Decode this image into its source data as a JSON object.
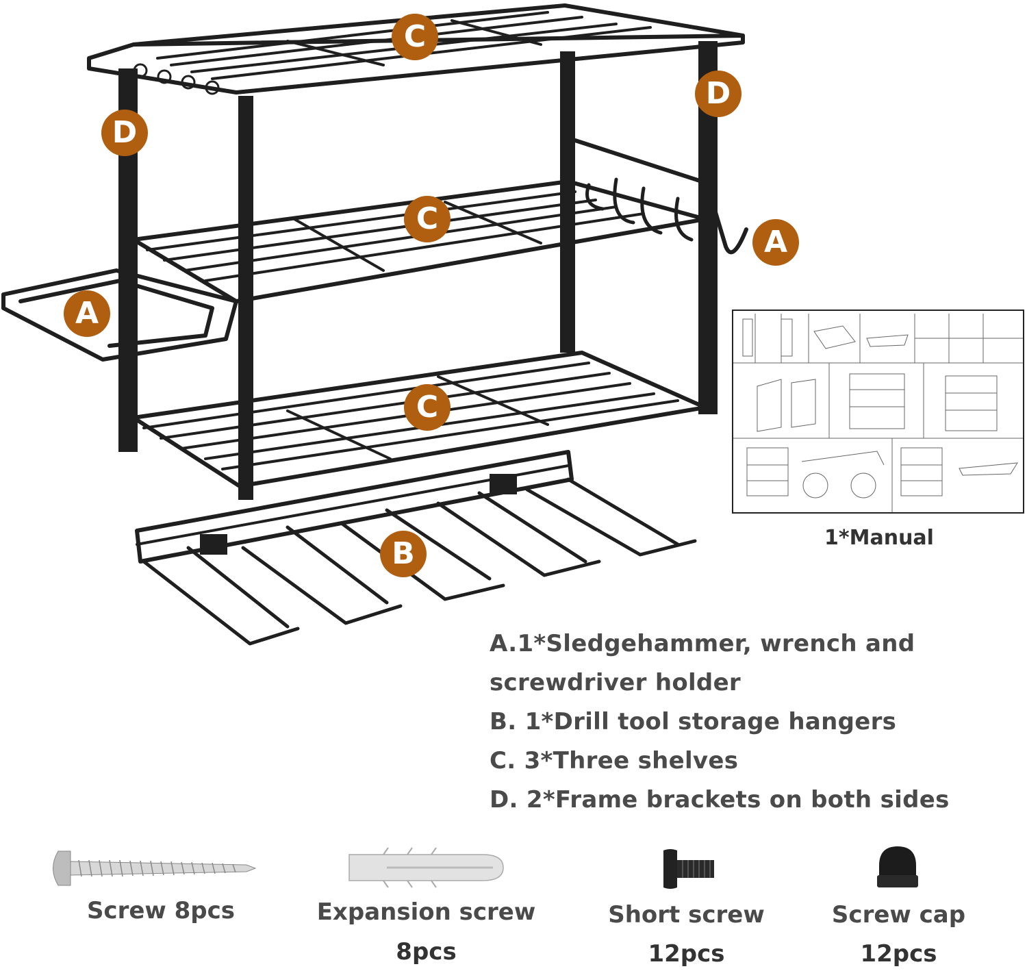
{
  "badges": {
    "c_top": "C",
    "c_mid": "C",
    "c_bot": "C",
    "d_left": "D",
    "d_right": "D",
    "a_left": "A",
    "a_right": "A",
    "b": "B"
  },
  "manual": {
    "caption": "1*Manual"
  },
  "legend": {
    "a_line1": "A.1*Sledgehammer, wrench and",
    "a_line2": "screwdriver holder",
    "b": "B. 1*Drill tool storage hangers",
    "c": "C. 3*Three shelves",
    "d": "D. 2*Frame brackets on both sides"
  },
  "parts": {
    "screw": "Screw 8pcs",
    "expansion_line1": "Expansion screw",
    "expansion_line2": "8pcs",
    "short_line1": "Short screw",
    "short_line2": "12pcs",
    "cap_line1": "Screw cap",
    "cap_line2": "12pcs"
  },
  "colors": {
    "badge": "#b05e0f",
    "rack": "#1f1f1f",
    "text": "#4a4a4a"
  }
}
